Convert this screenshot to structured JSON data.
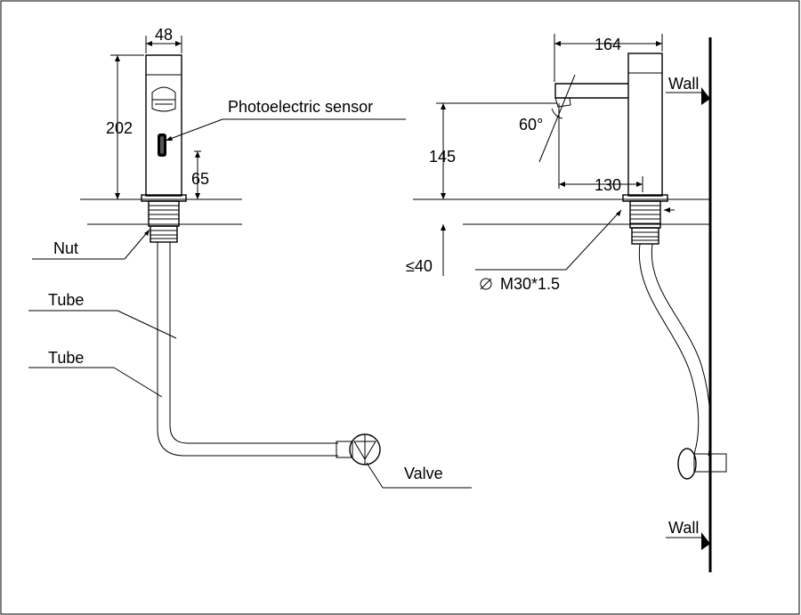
{
  "labels": {
    "width_front": "48",
    "height_total": "202",
    "sensor": "Photoelectric sensor",
    "sensor_height": "65",
    "nut": "Nut",
    "tube_1": "Tube",
    "tube_2": "Tube",
    "valve": "Valve",
    "length_side": "164",
    "angle": "60°",
    "height_spout": "145",
    "reach": "130",
    "depth": "≤40",
    "thread": "M30*1.5",
    "wall_top": "Wall",
    "wall_bottom": "Wall"
  }
}
